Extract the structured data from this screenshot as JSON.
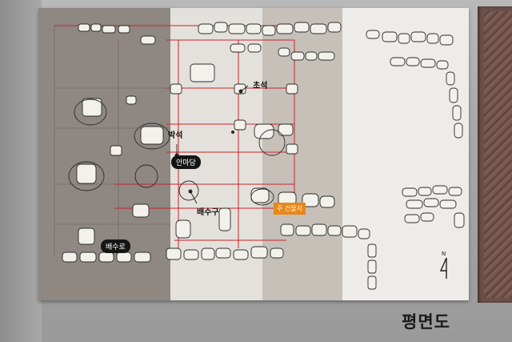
{
  "labels": {
    "choseok": "초석",
    "bakseok": "박석",
    "anmadang": "안마당",
    "baesugu": "배수구",
    "baesuro": "배수로",
    "highlight": "주 건물지",
    "north": "N",
    "title": "평면도"
  },
  "colors": {
    "red_line": "#c8242a",
    "highlight_bg": "#e8871a",
    "pill_bg": "#151515"
  }
}
